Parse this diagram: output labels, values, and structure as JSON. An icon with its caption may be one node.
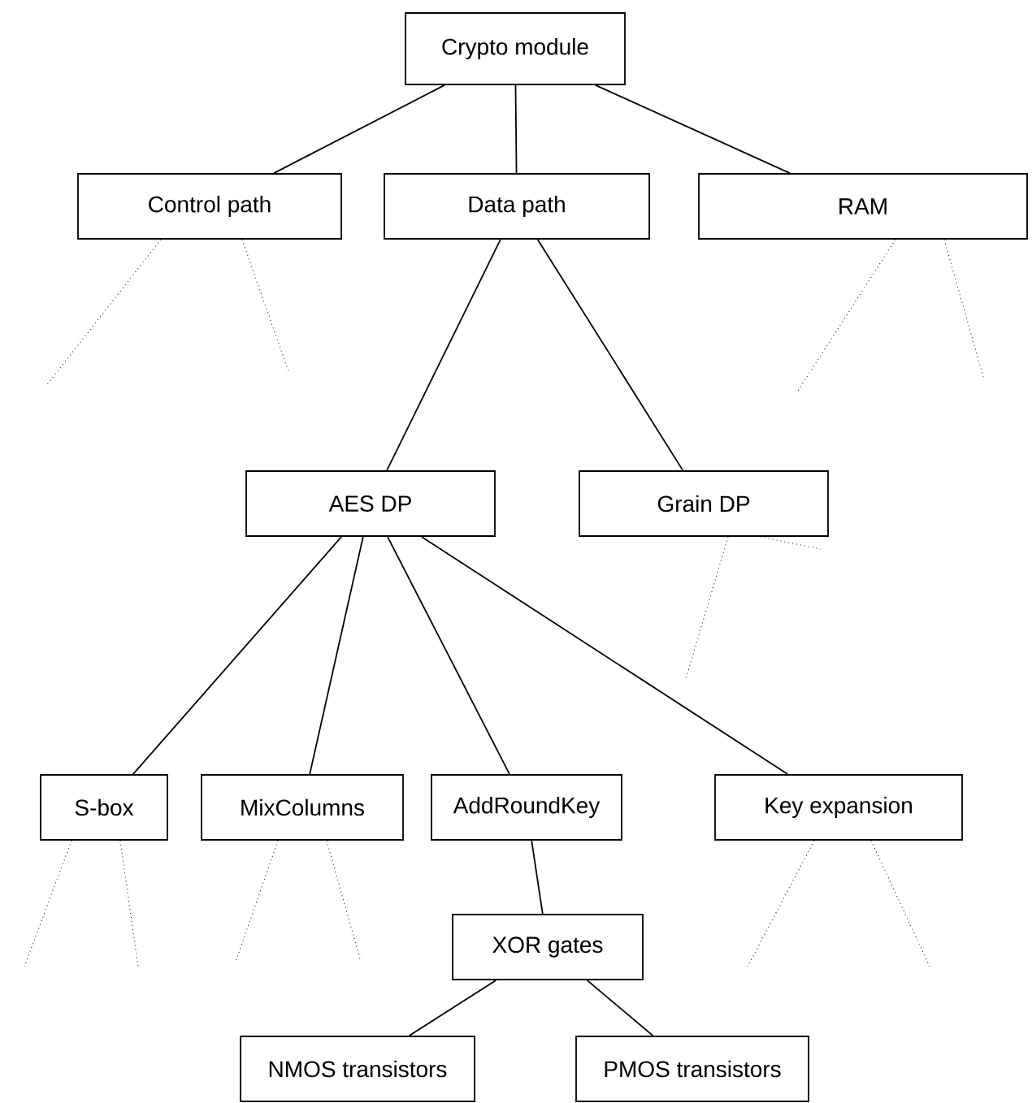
{
  "diagram": {
    "nodes": [
      {
        "text": [
          "Crypto module"
        ]
      },
      {
        "text": [
          "Control path"
        ]
      },
      {
        "text": [
          "Data path"
        ]
      },
      {
        "text": [
          "RAM"
        ]
      },
      {
        "text": [
          "AES DP"
        ]
      },
      {
        "text": [
          "Grain DP"
        ]
      },
      {
        "text": [
          "S-box"
        ]
      },
      {
        "text": [
          "MixColumns"
        ]
      },
      {
        "text": [
          "AddRoundKey"
        ]
      },
      {
        "text": [
          "Key expansion"
        ]
      },
      {
        "text": [
          "XOR gates"
        ]
      },
      {
        "text": [
          "NMOS transistors"
        ]
      },
      {
        "text": [
          "PMOS transistors"
        ]
      }
    ],
    "edges": [
      {
        "from": 0,
        "to": 1,
        "arrow": "none"
      },
      {
        "from": 0,
        "to": 2,
        "arrow": "none"
      },
      {
        "from": 0,
        "to": 3,
        "arrow": "none"
      },
      {
        "from": 2,
        "to": 4,
        "arrow": "none"
      },
      {
        "from": 2,
        "to": 5,
        "arrow": "none"
      },
      {
        "from": 4,
        "to": 6,
        "arrow": "none"
      },
      {
        "from": 4,
        "to": 7,
        "arrow": "none"
      },
      {
        "from": 4,
        "to": 8,
        "arrow": "none"
      },
      {
        "from": 4,
        "to": 9,
        "arrow": "none"
      },
      {
        "from": 8,
        "to": 10,
        "arrow": "none"
      },
      {
        "from": 10,
        "to": 11,
        "arrow": "none"
      },
      {
        "from": 10,
        "to": 12,
        "arrow": "none"
      },
      {
        "from": 1,
        "to": null,
        "arrow": "none",
        "style": "dashed"
      },
      {
        "from": 1,
        "to": null,
        "arrow": "none",
        "style": "dashed"
      },
      {
        "from": 3,
        "to": null,
        "arrow": "none",
        "style": "dashed"
      },
      {
        "from": 3,
        "to": null,
        "arrow": "none",
        "style": "dashed"
      },
      {
        "from": 5,
        "to": null,
        "arrow": "none",
        "style": "dashed"
      },
      {
        "from": 5,
        "to": null,
        "arrow": "none",
        "style": "dashed"
      },
      {
        "from": 6,
        "to": null,
        "arrow": "none",
        "style": "dashed"
      },
      {
        "from": 6,
        "to": null,
        "arrow": "none",
        "style": "dashed"
      },
      {
        "from": 7,
        "to": null,
        "arrow": "none",
        "style": "dashed"
      },
      {
        "from": 7,
        "to": null,
        "arrow": "none",
        "style": "dashed"
      },
      {
        "from": 9,
        "to": null,
        "arrow": "none",
        "style": "dashed"
      },
      {
        "from": 9,
        "to": null,
        "arrow": "none",
        "style": "dashed"
      }
    ]
  }
}
